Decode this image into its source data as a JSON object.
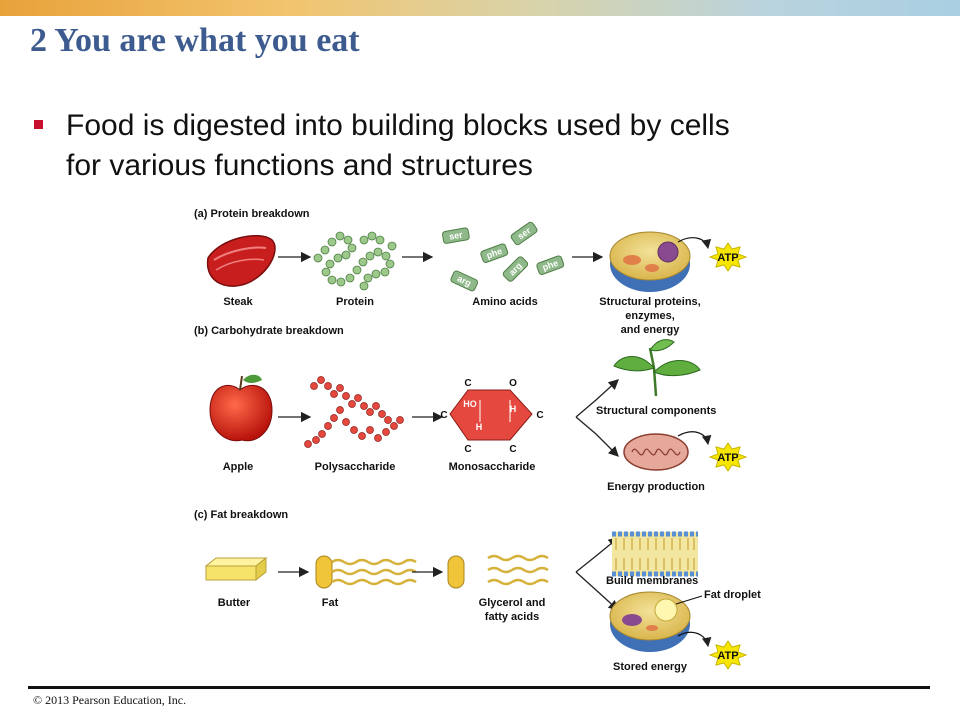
{
  "slide": {
    "title": "2 You are what you eat",
    "bullet_line1": "Food is digested into building blocks used by cells",
    "bullet_line2": "for various functions and structures",
    "footer": "© 2013 Pearson Education, Inc."
  },
  "figure": {
    "protein": {
      "heading": "(a) Protein breakdown",
      "steak": "Steak",
      "protein": "Protein",
      "amino_acids": "Amino acids",
      "result_line1": "Structural proteins,",
      "result_line2": "enzymes,",
      "result_line3": "and energy",
      "amino_labels": [
        "ser",
        "ser",
        "phe",
        "arg",
        "arg",
        "phe"
      ],
      "atp": "ATP"
    },
    "carb": {
      "heading": "(b) Carbohydrate breakdown",
      "apple": "Apple",
      "polysaccharide": "Polysaccharide",
      "monosaccharide": "Monosaccharide",
      "structural": "Structural components",
      "energy": "Energy production",
      "ring": {
        "c": "C",
        "o": "O",
        "ho": "HO",
        "h": "H"
      },
      "atp": "ATP"
    },
    "fat": {
      "heading": "(c) Fat breakdown",
      "butter": "Butter",
      "fat": "Fat",
      "glycerol_line1": "Glycerol and",
      "glycerol_line2": "fatty acids",
      "membranes": "Build membranes",
      "droplet": "Fat droplet",
      "stored": "Stored energy",
      "atp": "ATP"
    }
  }
}
